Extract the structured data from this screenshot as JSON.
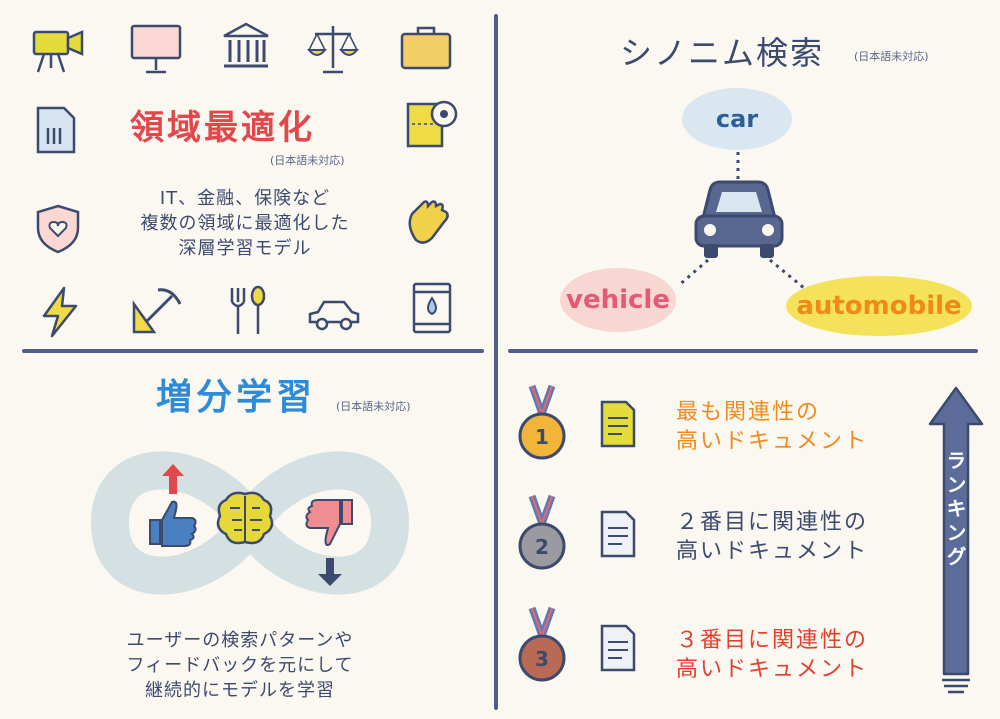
{
  "domain_optimization": {
    "title": "領域最適化",
    "note": "(日本語未対応)",
    "description_lines": [
      "IT、金融、保険など",
      "複数の領域に最適化した",
      "深層学習モデル"
    ]
  },
  "synonym_search": {
    "title": "シノニム検索",
    "note": "(日本語未対応)",
    "words": {
      "center": "car",
      "left": "vehicle",
      "right": "automobile"
    }
  },
  "incremental_learning": {
    "title": "増分学習",
    "note": "(日本語未対応)",
    "description_lines": [
      "ユーザーの検索パターンや",
      "フィードバックを元にして",
      "継続的にモデルを学習"
    ]
  },
  "ranking": {
    "label": "ランキング",
    "items": [
      {
        "medal": "1",
        "line1": "最も関連性の",
        "line2": "高いドキュメント",
        "color": "#f08a1c",
        "medal_color": "#f2b53a"
      },
      {
        "medal": "2",
        "line1": "２番目に関連性の",
        "line2": "高いドキュメント",
        "color": "#3c4a6e",
        "medal_color": "#9a9aa0"
      },
      {
        "medal": "3",
        "line1": "３番目に関連性の",
        "line2": "高いドキュメント",
        "color": "#e0402e",
        "medal_color": "#b86a55"
      }
    ]
  },
  "colors": {
    "navy": "#4d5f8c",
    "red": "#e2474b",
    "blue": "#2e8bd6",
    "yellow": "#e8e04a",
    "pink": "#f5c9c4"
  }
}
